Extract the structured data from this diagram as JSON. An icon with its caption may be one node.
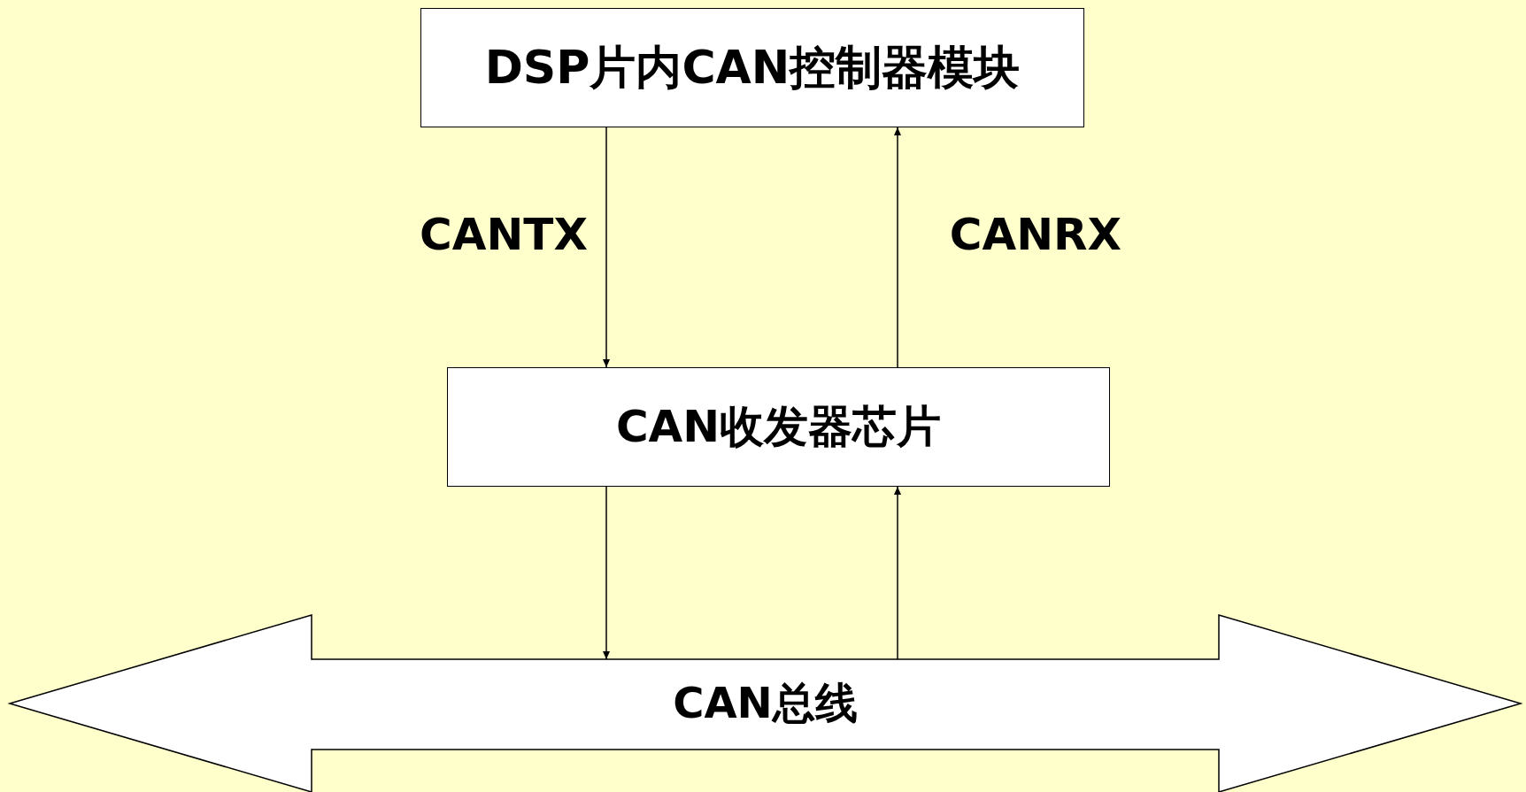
{
  "diagram": {
    "nodes": [
      {
        "text": [
          "DSP片内CAN控制器模块"
        ]
      },
      {
        "text": [
          "CAN收发器芯片"
        ]
      },
      {
        "text": [
          "CAN总线"
        ]
      }
    ],
    "edges": [
      {
        "from": 0,
        "to": 1,
        "arrow": "to",
        "label": "CANTX"
      },
      {
        "from": 1,
        "to": 0,
        "arrow": "to",
        "label": "CANRX"
      },
      {
        "from": 1,
        "to": 2,
        "arrow": "to"
      },
      {
        "from": 2,
        "to": 1,
        "arrow": "to"
      }
    ]
  }
}
